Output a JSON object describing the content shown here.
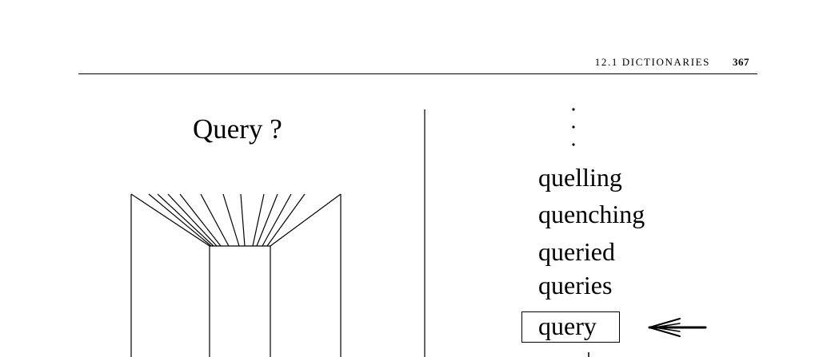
{
  "header": {
    "section": "12.1 DICTIONARIES",
    "page_number": "367"
  },
  "figure": {
    "left_panel": {
      "caption": "Query ?",
      "icon": "open-book-icon"
    },
    "right_panel": {
      "continuation_marks": "vertical-ellipsis",
      "words": [
        "quelling",
        "quenching",
        "queried",
        "queries"
      ],
      "matched_word": "query",
      "pointer": "arrow-left-icon"
    }
  }
}
